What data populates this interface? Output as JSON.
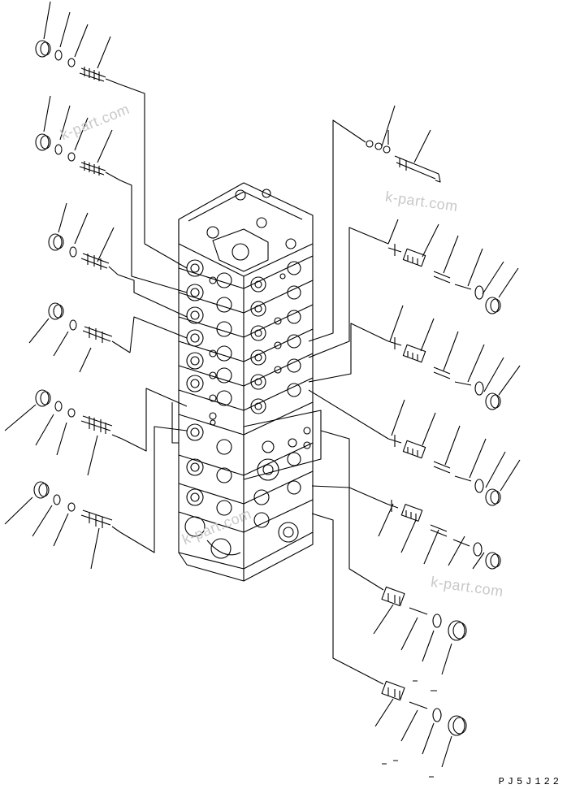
{
  "drawing": {
    "code": "PJ5J122"
  },
  "watermarks": [
    {
      "text": "k-part.com"
    },
    {
      "text": "k-part.com"
    },
    {
      "text": "k-part.com"
    },
    {
      "text": "k-part.com"
    }
  ],
  "colors": {
    "line": "#000000",
    "watermark": "#c8c8c8",
    "background": "#ffffff"
  }
}
